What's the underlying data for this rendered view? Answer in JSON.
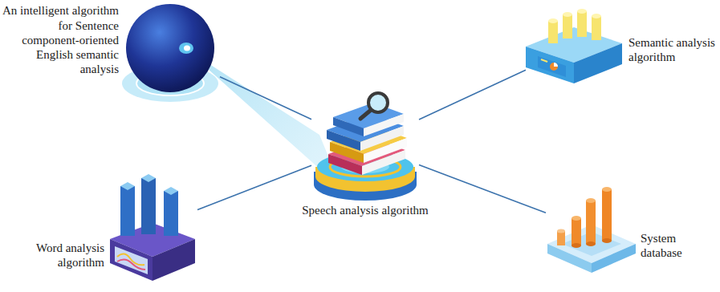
{
  "diagram": {
    "nodes": [
      {
        "text": [
          "An intelligent algorithm for Sentence component-oriented English semantic analysis"
        ]
      },
      {
        "text": [
          "Semantic analysis algorithm"
        ]
      },
      {
        "text": [
          "Speech analysis algorithm"
        ]
      },
      {
        "text": [
          "Word analysis algorithm"
        ]
      },
      {
        "text": [
          "System database"
        ]
      }
    ],
    "edges": [
      {
        "from": 2,
        "to": 0,
        "arrow": "none"
      },
      {
        "from": 2,
        "to": 1,
        "arrow": "none"
      },
      {
        "from": 2,
        "to": 3,
        "arrow": "none"
      },
      {
        "from": 2,
        "to": 4,
        "arrow": "none"
      }
    ]
  }
}
